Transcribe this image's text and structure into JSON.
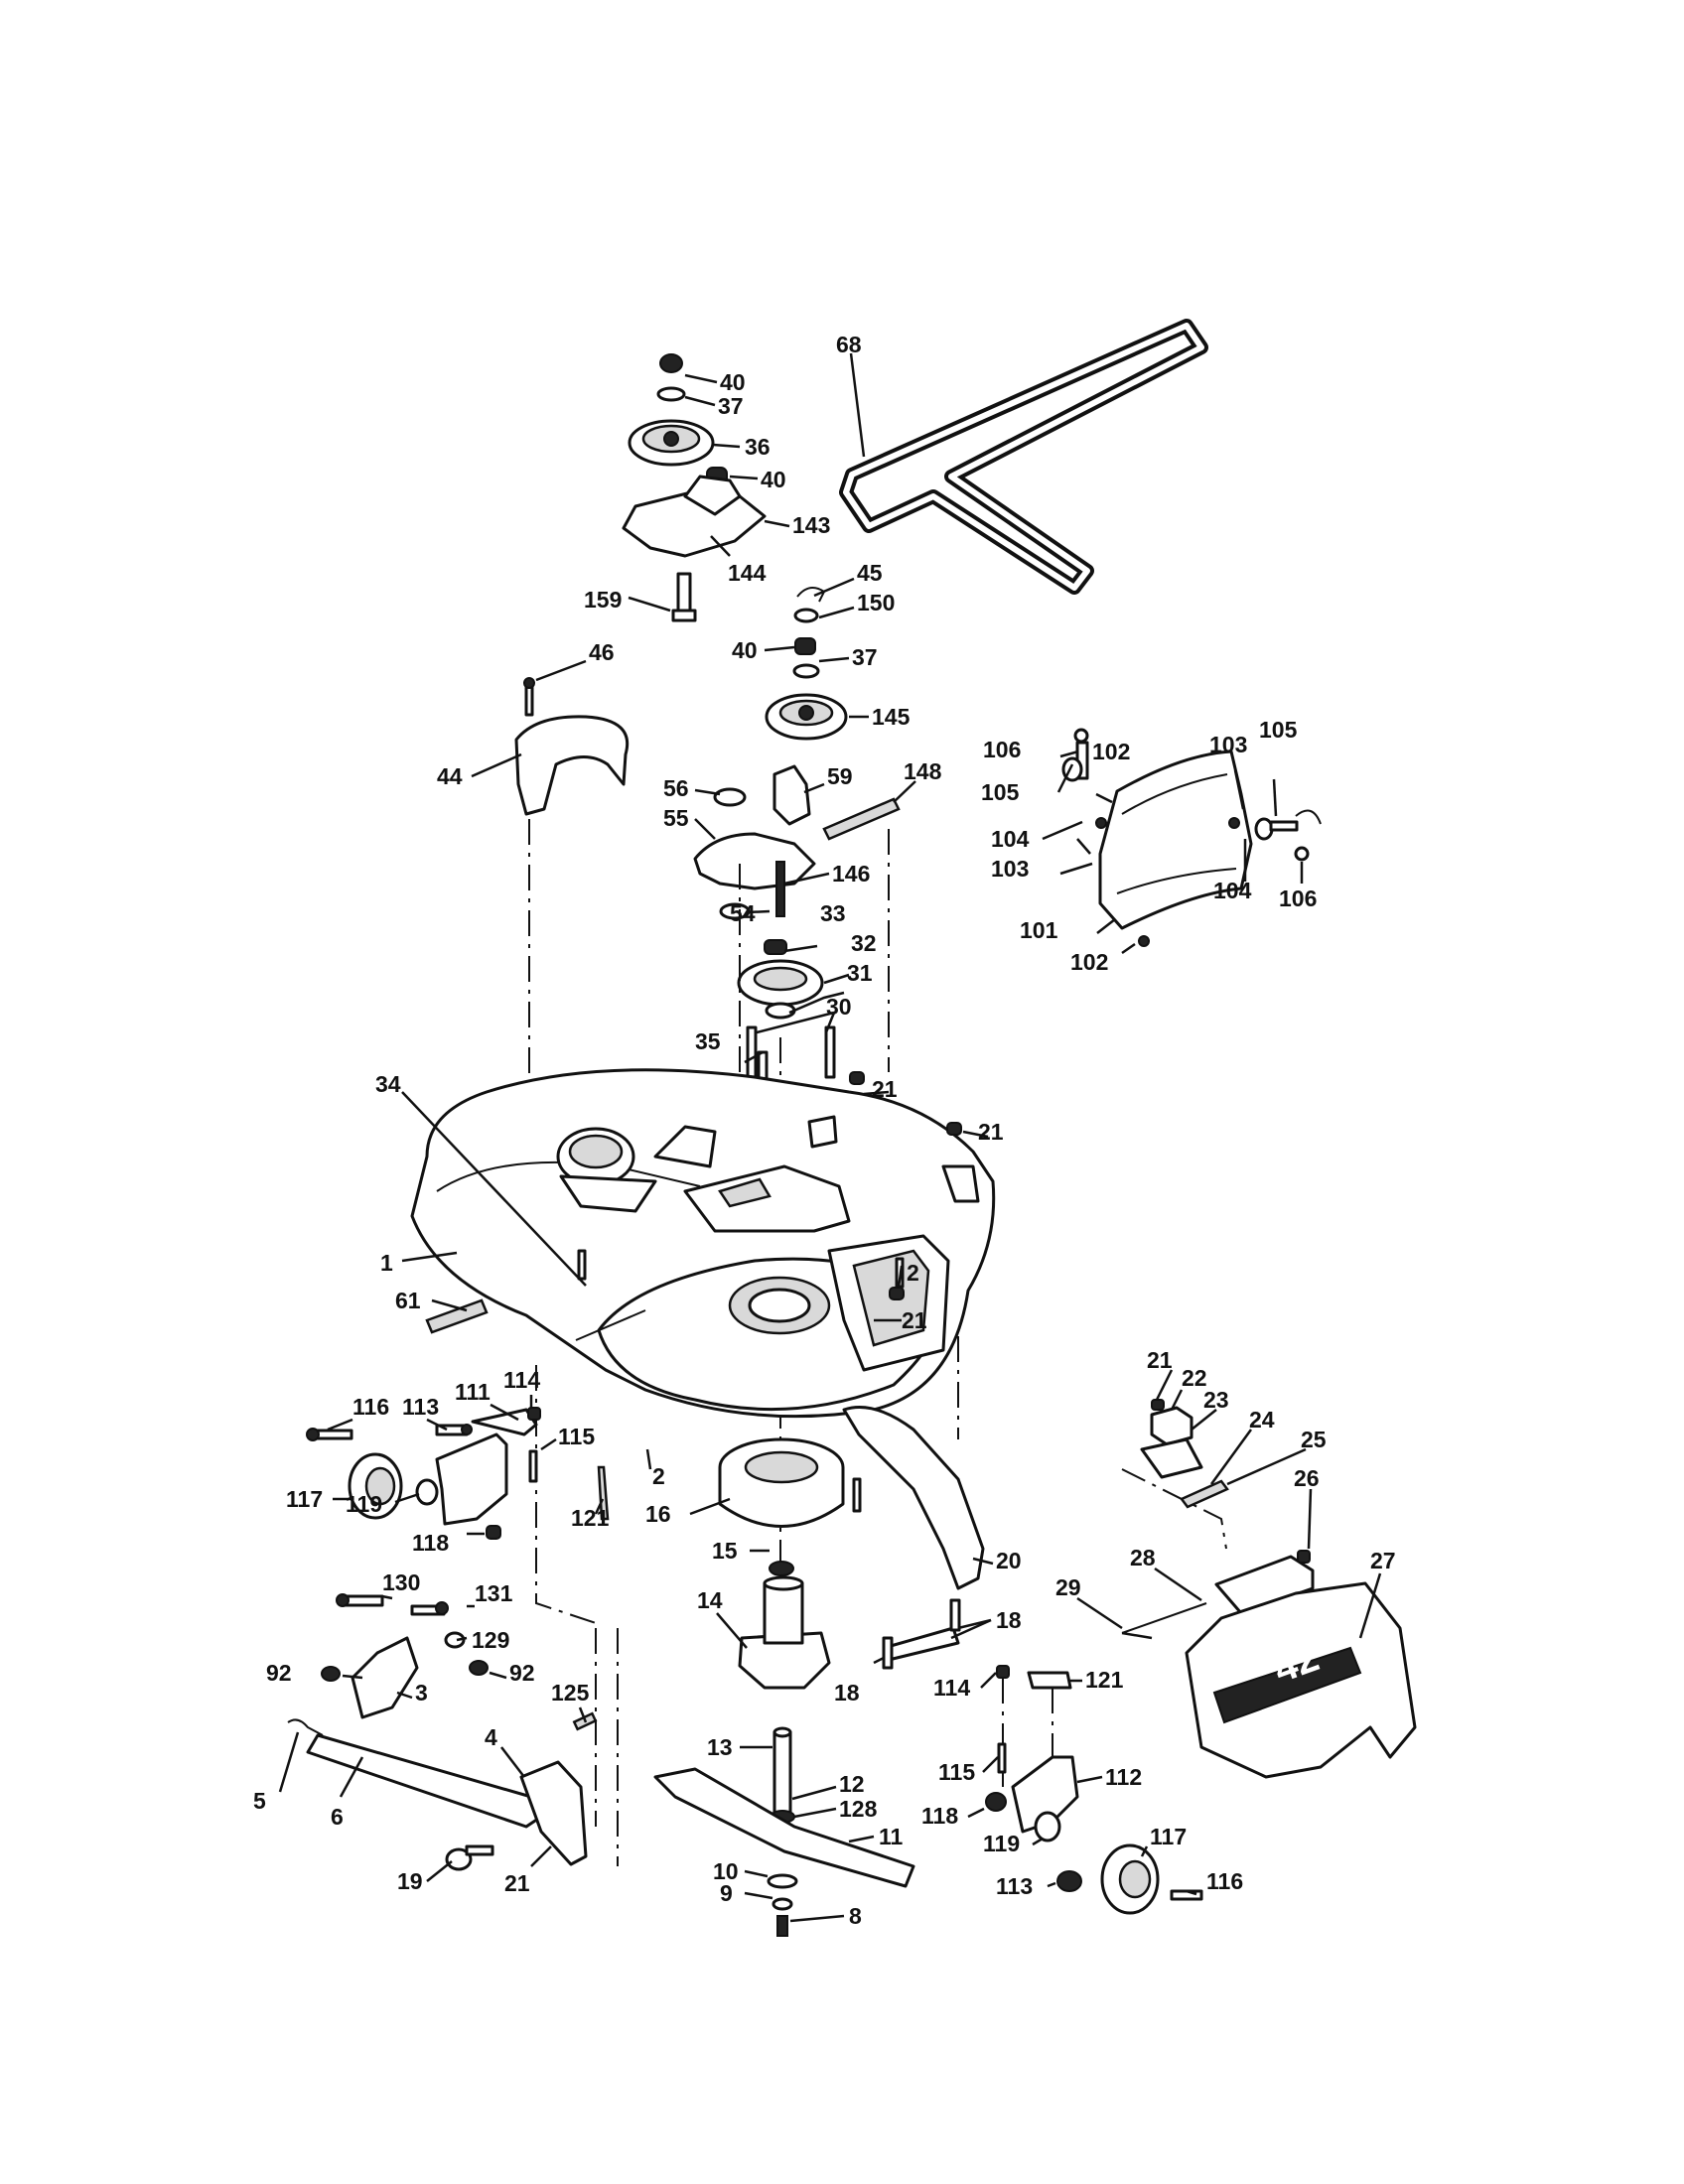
{
  "diagram": {
    "deck_decal": "42",
    "labels": [
      {
        "id": "l40a",
        "text": "40"
      },
      {
        "id": "l37a",
        "text": "37"
      },
      {
        "id": "l36",
        "text": "36"
      },
      {
        "id": "l40b",
        "text": "40"
      },
      {
        "id": "l143",
        "text": "143"
      },
      {
        "id": "l144",
        "text": "144"
      },
      {
        "id": "l159",
        "text": "159"
      },
      {
        "id": "l68",
        "text": "68"
      },
      {
        "id": "l45",
        "text": "45"
      },
      {
        "id": "l150",
        "text": "150"
      },
      {
        "id": "l40c",
        "text": "40"
      },
      {
        "id": "l37b",
        "text": "37"
      },
      {
        "id": "l145",
        "text": "145"
      },
      {
        "id": "l46",
        "text": "46"
      },
      {
        "id": "l44",
        "text": "44"
      },
      {
        "id": "l56",
        "text": "56"
      },
      {
        "id": "l59",
        "text": "59"
      },
      {
        "id": "l148",
        "text": "148"
      },
      {
        "id": "l55",
        "text": "55"
      },
      {
        "id": "l146",
        "text": "146"
      },
      {
        "id": "l54",
        "text": "54"
      },
      {
        "id": "l33",
        "text": "33"
      },
      {
        "id": "l32",
        "text": "32"
      },
      {
        "id": "l31",
        "text": "31"
      },
      {
        "id": "l30",
        "text": "30"
      },
      {
        "id": "l35",
        "text": "35"
      },
      {
        "id": "l34",
        "text": "34"
      },
      {
        "id": "l21a",
        "text": "21"
      },
      {
        "id": "l21b",
        "text": "21"
      },
      {
        "id": "l106a",
        "text": "106"
      },
      {
        "id": "l102a",
        "text": "102"
      },
      {
        "id": "l103a",
        "text": "103"
      },
      {
        "id": "l105a",
        "text": "105"
      },
      {
        "id": "l105b",
        "text": "105"
      },
      {
        "id": "l104a",
        "text": "104"
      },
      {
        "id": "l103b",
        "text": "103"
      },
      {
        "id": "l104b",
        "text": "104"
      },
      {
        "id": "l106b",
        "text": "106"
      },
      {
        "id": "l101",
        "text": "101"
      },
      {
        "id": "l102b",
        "text": "102"
      },
      {
        "id": "l1",
        "text": "1"
      },
      {
        "id": "l61",
        "text": "61"
      },
      {
        "id": "l2a",
        "text": "2"
      },
      {
        "id": "l21c",
        "text": "21"
      },
      {
        "id": "l2b",
        "text": "2"
      },
      {
        "id": "l16",
        "text": "16"
      },
      {
        "id": "l116a",
        "text": "116"
      },
      {
        "id": "l113a",
        "text": "113"
      },
      {
        "id": "l111",
        "text": "111"
      },
      {
        "id": "l114a",
        "text": "114"
      },
      {
        "id": "l115a",
        "text": "115"
      },
      {
        "id": "l117a",
        "text": "117"
      },
      {
        "id": "l119a",
        "text": "119"
      },
      {
        "id": "l118a",
        "text": "118"
      },
      {
        "id": "l121a",
        "text": "121"
      },
      {
        "id": "l15",
        "text": "15"
      },
      {
        "id": "l14",
        "text": "14"
      },
      {
        "id": "l20",
        "text": "20"
      },
      {
        "id": "l18a",
        "text": "18"
      },
      {
        "id": "l18b",
        "text": "18"
      },
      {
        "id": "l21d",
        "text": "21"
      },
      {
        "id": "l22",
        "text": "22"
      },
      {
        "id": "l23",
        "text": "23"
      },
      {
        "id": "l24",
        "text": "24"
      },
      {
        "id": "l25",
        "text": "25"
      },
      {
        "id": "l26",
        "text": "26"
      },
      {
        "id": "l27",
        "text": "27"
      },
      {
        "id": "l28",
        "text": "28"
      },
      {
        "id": "l29",
        "text": "29"
      },
      {
        "id": "l130",
        "text": "130"
      },
      {
        "id": "l131",
        "text": "131"
      },
      {
        "id": "l129",
        "text": "129"
      },
      {
        "id": "l92a",
        "text": "92"
      },
      {
        "id": "l92b",
        "text": "92"
      },
      {
        "id": "l3",
        "text": "3"
      },
      {
        "id": "l125",
        "text": "125"
      },
      {
        "id": "l4",
        "text": "4"
      },
      {
        "id": "l5",
        "text": "5"
      },
      {
        "id": "l6",
        "text": "6"
      },
      {
        "id": "l19",
        "text": "19"
      },
      {
        "id": "l21e",
        "text": "21"
      },
      {
        "id": "l13",
        "text": "13"
      },
      {
        "id": "l12",
        "text": "12"
      },
      {
        "id": "l128",
        "text": "128"
      },
      {
        "id": "l11",
        "text": "11"
      },
      {
        "id": "l10",
        "text": "10"
      },
      {
        "id": "l9",
        "text": "9"
      },
      {
        "id": "l8",
        "text": "8"
      },
      {
        "id": "l114b",
        "text": "114"
      },
      {
        "id": "l121b",
        "text": "121"
      },
      {
        "id": "l115b",
        "text": "115"
      },
      {
        "id": "l112",
        "text": "112"
      },
      {
        "id": "l118b",
        "text": "118"
      },
      {
        "id": "l119b",
        "text": "119"
      },
      {
        "id": "l117b",
        "text": "117"
      },
      {
        "id": "l113b",
        "text": "113"
      },
      {
        "id": "l116b",
        "text": "116"
      }
    ]
  }
}
